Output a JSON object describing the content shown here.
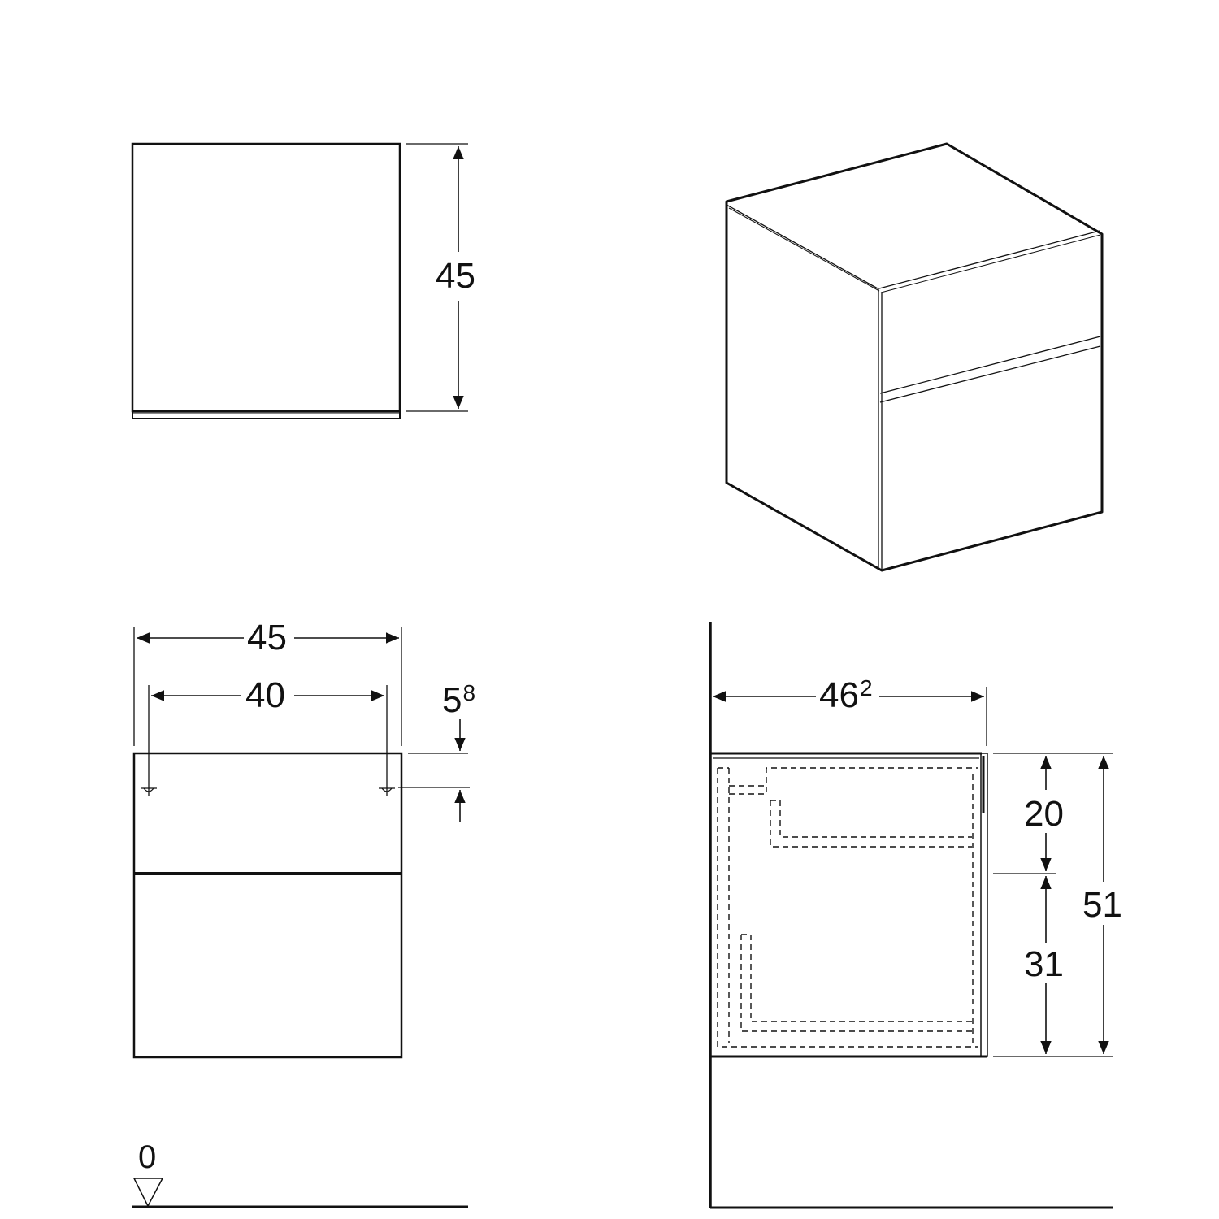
{
  "drawing": {
    "stroke_color": "#111111",
    "background": "#ffffff",
    "views": {
      "top_left_side_view": {
        "height_dim": "45"
      },
      "top_right_isometric": {
        "drawers": 2
      },
      "bottom_left_front_view": {
        "width_dim": "45",
        "mount_spacing_dim": "40",
        "mount_offset_dim_main": "5",
        "mount_offset_dim_sup": "8",
        "floor_level_label": "0"
      },
      "bottom_right_section_view": {
        "depth_dim_main": "46",
        "depth_dim_sup": "2",
        "top_drawer_height_dim": "20",
        "bottom_drawer_height_dim": "31",
        "total_height_dim": "51"
      }
    }
  }
}
